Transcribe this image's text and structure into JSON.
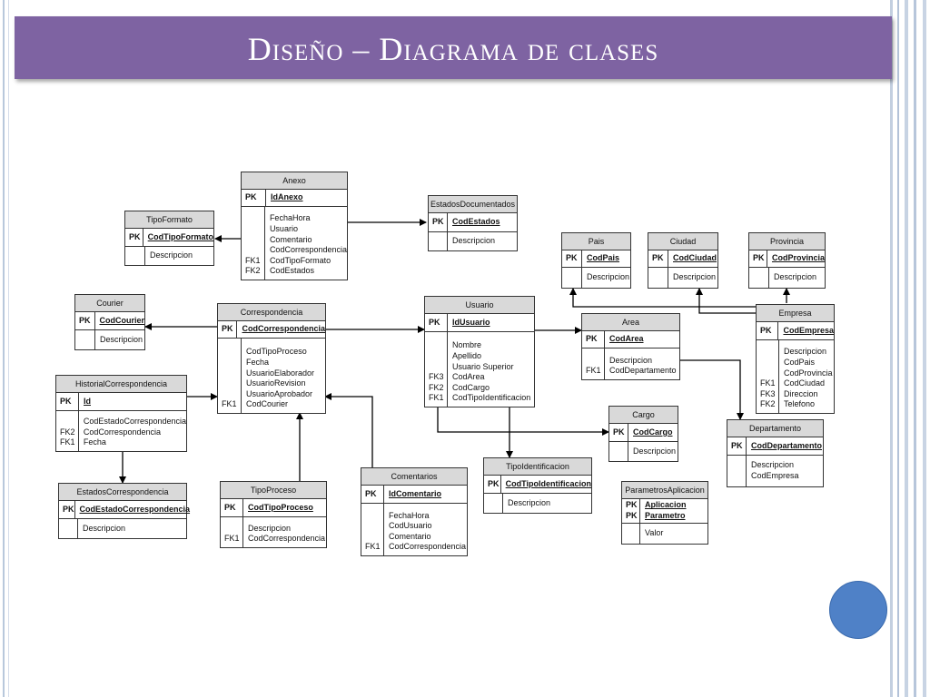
{
  "slide": {
    "title": "Diseño – Diagrama de clases"
  },
  "diagram": {
    "entities": [
      {
        "id": "anexo",
        "name": "Anexo",
        "pk": [
          "IdAnexo"
        ],
        "fk_keys": [
          "FK1",
          "FK2"
        ],
        "attributes": [
          "FechaHora",
          "Usuario",
          "Comentario",
          "CodCorrespondencia",
          "CodTipoFormato",
          "CodEstados"
        ]
      },
      {
        "id": "estadosdocumentados",
        "name": "EstadosDocumentados",
        "pk": [
          "CodEstados"
        ],
        "fk_keys": [],
        "attributes": [
          "Descripcion"
        ]
      },
      {
        "id": "tipoformato",
        "name": "TipoFormato",
        "pk": [
          "CodTipoFormato"
        ],
        "fk_keys": [],
        "attributes": [
          "Descripcion"
        ]
      },
      {
        "id": "pais",
        "name": "Pais",
        "pk": [
          "CodPais"
        ],
        "fk_keys": [],
        "attributes": [
          "Descripcion"
        ]
      },
      {
        "id": "ciudad",
        "name": "Ciudad",
        "pk": [
          "CodCiudad"
        ],
        "fk_keys": [],
        "attributes": [
          "Descripcion"
        ]
      },
      {
        "id": "provincia",
        "name": "Provincia",
        "pk": [
          "CodProvincia"
        ],
        "fk_keys": [],
        "attributes": [
          "Descripcion"
        ]
      },
      {
        "id": "courier",
        "name": "Courier",
        "pk": [
          "CodCourier"
        ],
        "fk_keys": [],
        "attributes": [
          "Descripcion"
        ]
      },
      {
        "id": "correspondencia",
        "name": "Correspondencia",
        "pk": [
          "CodCorrespondencia"
        ],
        "fk_keys": [
          "FK1"
        ],
        "attributes": [
          "CodTipoProceso",
          "Fecha",
          "UsuarioElaborador",
          "UsuarioRevision",
          "UsuarioAprobador",
          "CodCourier"
        ]
      },
      {
        "id": "usuario",
        "name": "Usuario",
        "pk": [
          "IdUsuario"
        ],
        "fk_keys": [
          "FK3",
          "FK2",
          "FK1"
        ],
        "attributes": [
          "Nombre",
          "Apellido",
          "Usuario Superior",
          "CodArea",
          "CodCargo",
          "CodTipoIdentificacion"
        ]
      },
      {
        "id": "area",
        "name": "Area",
        "pk": [
          "CodArea"
        ],
        "fk_keys": [
          "FK1"
        ],
        "attributes": [
          "Descripcion",
          "CodDepartamento"
        ]
      },
      {
        "id": "empresa",
        "name": "Empresa",
        "pk": [
          "CodEmpresa"
        ],
        "fk_keys": [
          "FK1",
          "FK3",
          "FK2"
        ],
        "attributes": [
          "Descripcion",
          "CodPais",
          "CodProvincia",
          "CodCiudad",
          "Direccion",
          "Telefono"
        ]
      },
      {
        "id": "historialcorrespondencia",
        "name": "HistorialCorrespondencia",
        "pk": [
          "Id"
        ],
        "fk_keys": [
          "FK2",
          "FK1"
        ],
        "attributes": [
          "CodEstadoCorrespondencia",
          "CodCorrespondencia",
          "Fecha"
        ]
      },
      {
        "id": "cargo",
        "name": "Cargo",
        "pk": [
          "CodCargo"
        ],
        "fk_keys": [],
        "attributes": [
          "Descripcion"
        ]
      },
      {
        "id": "departamento",
        "name": "Departamento",
        "pk": [
          "CodDepartamento"
        ],
        "fk_keys": [],
        "attributes": [
          "Descripcion",
          "CodEmpresa"
        ]
      },
      {
        "id": "tipoidentificacion",
        "name": "TipoIdentificacion",
        "pk": [
          "CodTipoIdentificacion"
        ],
        "fk_keys": [],
        "attributes": [
          "Descripcion"
        ]
      },
      {
        "id": "comentarios",
        "name": "Comentarios",
        "pk": [
          "IdComentario"
        ],
        "fk_keys": [
          "FK1"
        ],
        "attributes": [
          "FechaHora",
          "CodUsuario",
          "Comentario",
          "CodCorrespondencia"
        ]
      },
      {
        "id": "tipoproceso",
        "name": "TipoProceso",
        "pk": [
          "CodTipoProceso"
        ],
        "fk_keys": [
          "FK1"
        ],
        "attributes": [
          "Descripcion",
          "CodCorrespondencia"
        ]
      },
      {
        "id": "estadoscorrespondencia",
        "name": "EstadosCorrespondencia",
        "pk": [
          "CodEstadoCorrespondencia"
        ],
        "fk_keys": [],
        "attributes": [
          "Descripcion"
        ]
      },
      {
        "id": "parametrosaplicacion",
        "name": "ParametrosAplicacion",
        "pk": [
          "Aplicacion",
          "Parametro"
        ],
        "fk_keys": [],
        "attributes": [
          "Valor"
        ]
      }
    ],
    "pk_label": "PK"
  }
}
